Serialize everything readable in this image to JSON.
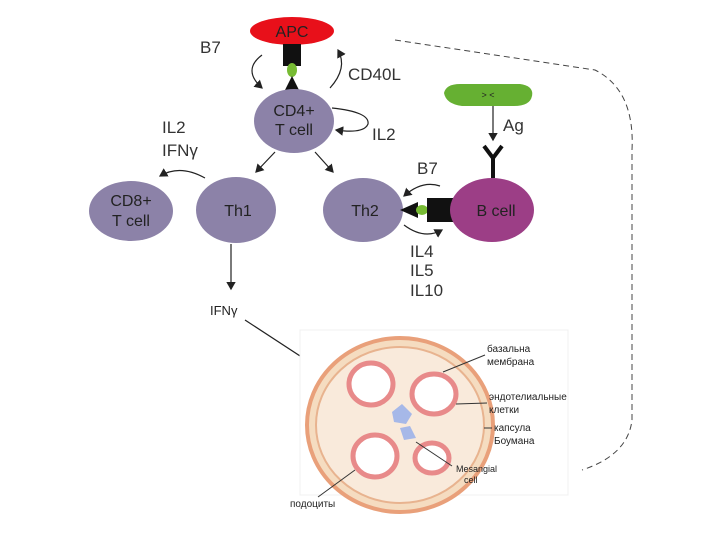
{
  "cells": {
    "apc": "APC",
    "cd4_line1": "CD4+",
    "cd4_line2": "T cell",
    "cd8_line1": "CD8+",
    "cd8_line2": "T cell",
    "th1": "Th1",
    "th2": "Th2",
    "bcell": "B cell"
  },
  "labels": {
    "b7_top": "B7",
    "cd40l": "CD40L",
    "il2_left": "IL2",
    "ifng_left": "IFNγ",
    "il2_right": "IL2",
    "ag": "Ag",
    "b7_right": "B7",
    "il4": "IL4",
    "il5": "IL5",
    "il10": "IL10",
    "ifng_bottom": "IFNγ",
    "ag_cell_marks": ">  <"
  },
  "glomerulus": {
    "basement_line1": "базальна",
    "basement_line2": "мембрана",
    "endothelial_line1": "эндотелиальные",
    "endothelial_line2": "клетки",
    "bowman_line1": "капсула",
    "bowman_line2": "Боумана",
    "mesangial_line1": "Mesangial",
    "mesangial_line2": "cell",
    "podocytes": "подоциты"
  },
  "colors": {
    "apc": "#e8101a",
    "cell_purple": "#8c82a8",
    "bcell": "#9c3e86",
    "antigen": "#66b032",
    "connector": "#77bb33",
    "capsule": "#f2c9a0",
    "membrane": "#e7a0a0",
    "capillary_lumen": "#ffffff",
    "mesangial": "#a6b8e8"
  }
}
